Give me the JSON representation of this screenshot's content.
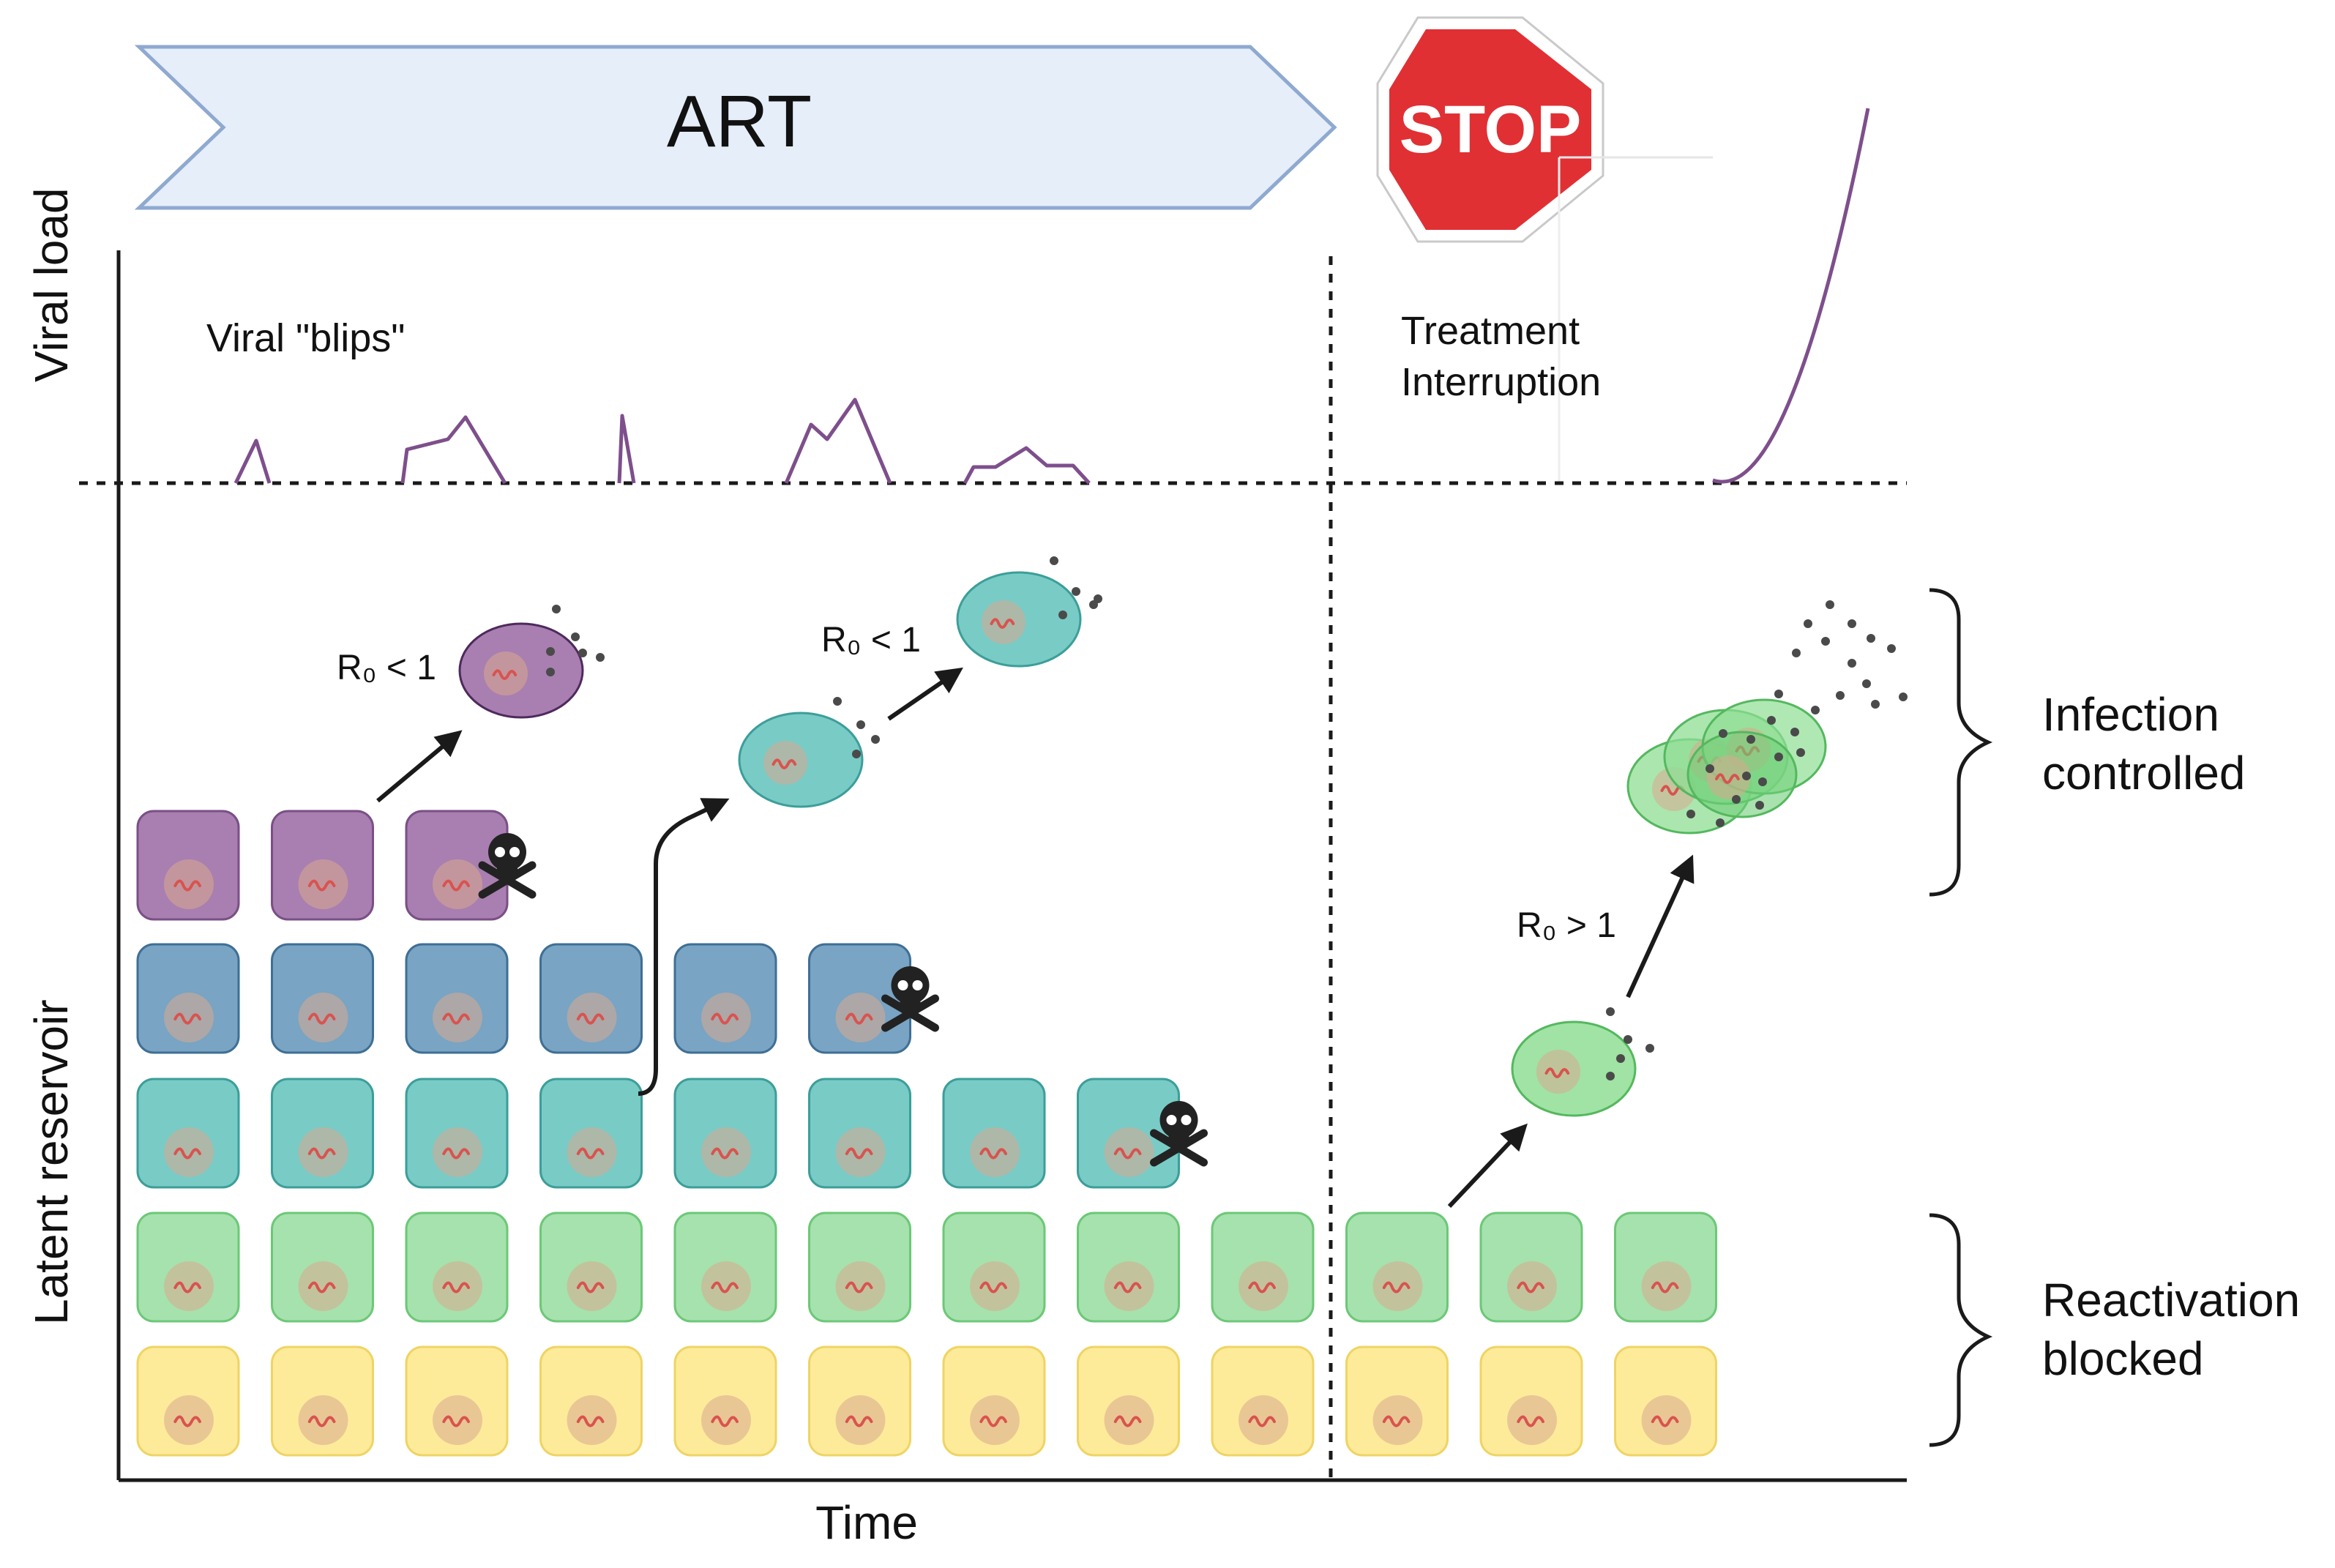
{
  "banner": {
    "label": "ART",
    "fill": "#e5eef9",
    "stroke": "#8fa9d0"
  },
  "stop_sign": {
    "label": "STOP",
    "fill": "#e03034"
  },
  "axes": {
    "y_top_label": "Viral load",
    "y_bottom_label": "Latent reservoir",
    "x_label": "Time"
  },
  "annotations": {
    "blips": "Viral \"blips\"",
    "interruption_line1": "Treatment",
    "interruption_line2": "Interruption",
    "r0_purple": "R₀ < 1",
    "r0_teal": "R₀ < 1",
    "r0_green": "R₀ > 1"
  },
  "brackets": {
    "infection_line1": "Infection",
    "infection_line2": "controlled",
    "reactivation_line1": "Reactivation",
    "reactivation_line2": "blocked"
  },
  "rows": [
    {
      "name": "purple",
      "count": 3,
      "fill": "#a87fb0",
      "stroke": "#7a4f86",
      "skull_on": 3
    },
    {
      "name": "blue",
      "count": 6,
      "fill": "#79a4c3",
      "stroke": "#3f6f95",
      "skull_on": 6
    },
    {
      "name": "teal",
      "count": 8,
      "fill": "#79cbc6",
      "stroke": "#3c9e99",
      "skull_on": 8
    },
    {
      "name": "green",
      "count": 12,
      "fill": "#a6e2ad",
      "stroke": "#6cc877",
      "skull_on": 0
    },
    {
      "name": "yellow",
      "count": 12,
      "fill": "#fdeb9a",
      "stroke": "#efd465",
      "skull_on": 0
    }
  ],
  "colors": {
    "viral_curve": "#7e4f8c",
    "virus": "#d9534f",
    "nucleus": "#d9a98f",
    "purple_cell": "#a87fb0",
    "teal_cell": "#79cbc6",
    "green_cell": "#8fde94"
  }
}
